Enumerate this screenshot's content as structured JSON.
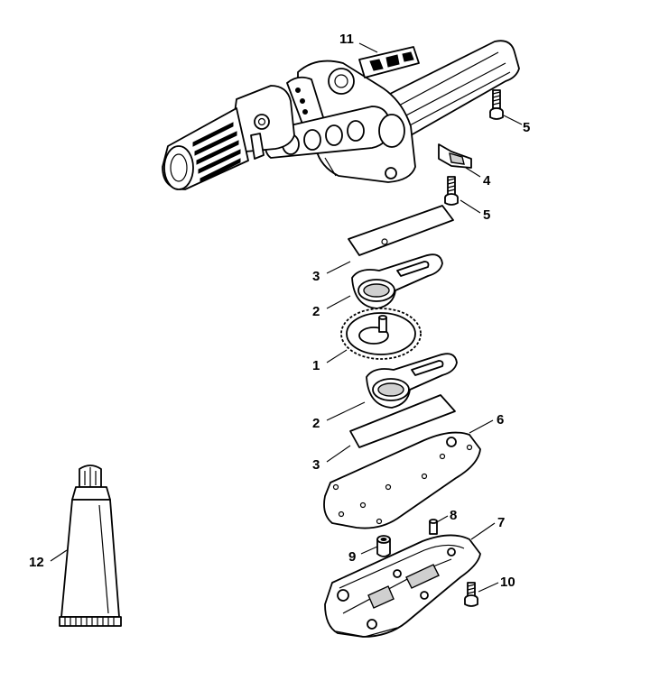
{
  "callouts": {
    "c1": "1",
    "c2a": "2",
    "c2b": "2",
    "c3a": "3",
    "c3b": "3",
    "c4": "4",
    "c5a": "5",
    "c5b": "5",
    "c6": "6",
    "c7": "7",
    "c8": "8",
    "c9": "9",
    "c10": "10",
    "c11": "11",
    "c12": "12"
  },
  "colors": {
    "line": "#000000",
    "background": "#ffffff"
  }
}
